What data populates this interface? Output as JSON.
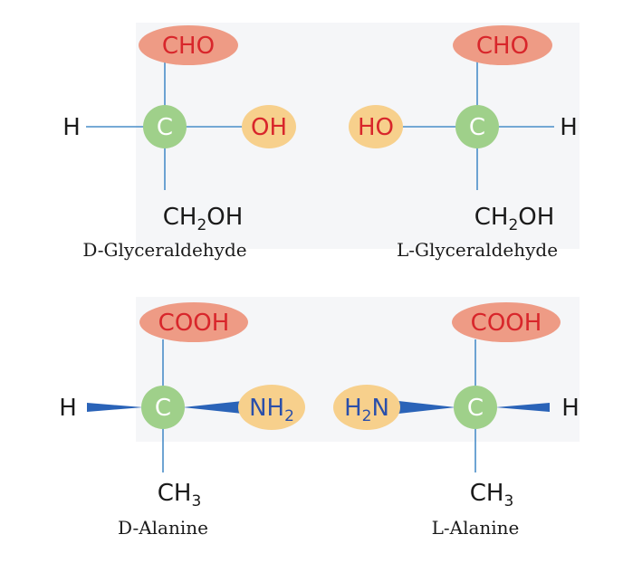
{
  "colors": {
    "panel_bg": "#f5f6f8",
    "bond": "#4a8ec8",
    "wedge": "#2a63b8",
    "carbon_fill": "#9fd08a",
    "aldehyde_fill": "#ee9b85",
    "hydroxyl_fill": "#f7d08c",
    "red_text": "#d8262b",
    "blue_text": "#2a4faa",
    "dark_text": "#1a1a1a"
  },
  "glyceraldehyde_d": {
    "name": "D-Glyceraldehyde",
    "top": "CHO",
    "center": "C",
    "left": "H",
    "right": "OH",
    "bottom_main": "CH",
    "bottom_sub": "2",
    "bottom_tail": "OH"
  },
  "glyceraldehyde_l": {
    "name": "L-Glyceraldehyde",
    "top": "CHO",
    "center": "C",
    "left": "HO",
    "right": "H",
    "bottom_main": "CH",
    "bottom_sub": "2",
    "bottom_tail": "OH"
  },
  "alanine_d": {
    "name": "D-Alanine",
    "top": "COOH",
    "center": "C",
    "left": "H",
    "right_main": "NH",
    "right_sub": "2",
    "bottom_main": "CH",
    "bottom_sub": "3"
  },
  "alanine_l": {
    "name": "L-Alanine",
    "top": "COOH",
    "center": "C",
    "left_main": "H",
    "left_sub": "2",
    "left_tail": "N",
    "right": "H",
    "bottom_main": "CH",
    "bottom_sub": "3"
  }
}
